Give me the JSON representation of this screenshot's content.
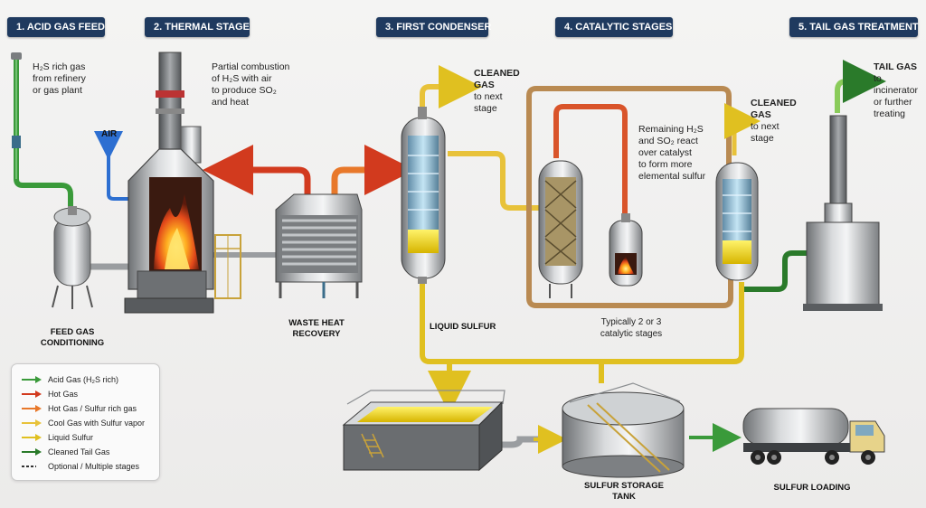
{
  "stages": [
    {
      "title": "1. ACID GAS FEED"
    },
    {
      "title": "2. THERMAL STAGE"
    },
    {
      "title": "3. FIRST CONDENSER"
    },
    {
      "title": "4. CATALYTIC STAGES"
    },
    {
      "title": "5. TAIL GAS TREATMENT"
    }
  ],
  "notes": {
    "feed_l1": "H₂S rich gas",
    "feed_l2": "from refinery",
    "feed_l3": "or gas plant",
    "air": "AIR",
    "thermal_l1": "Partial combustion",
    "thermal_l2": "of H₂S with air",
    "thermal_l3": "to produce SO₂",
    "thermal_l4": "and heat",
    "cleaned1_title": "CLEANED GAS",
    "cleaned1_l1": "to next",
    "cleaned1_l2": "stage",
    "catalytic_l1": "Remaining H₂S",
    "catalytic_l2": "and SO₂ react",
    "catalytic_l3": "over catalyst",
    "catalytic_l4": "to form more",
    "catalytic_l5": "elemental sulfur",
    "cleaned2_title": "CLEANED GAS",
    "cleaned2_l1": "to next",
    "cleaned2_l2": "stage",
    "tail_title": "TAIL GAS",
    "tail_l1": "to incinerator",
    "tail_l2": "or further",
    "tail_l3": "treating",
    "typically_l1": "Typically 2 or 3",
    "typically_l2": "catalytic stages"
  },
  "labels": {
    "feed_conditioning": "FEED GAS CONDITIONING",
    "waste_heat": "WASTE HEAT RECOVERY",
    "liquid_sulfur": "LIQUID SULFUR",
    "sulfur_storage": "SULFUR STORAGE TANK",
    "sulfur_loading": "SULFUR LOADING"
  },
  "legend": [
    {
      "label": "Acid Gas (H₂S rich)",
      "color": "#3a9a3a",
      "style": "solid"
    },
    {
      "label": "Hot Gas",
      "color": "#d23a1e",
      "style": "solid"
    },
    {
      "label": "Hot Gas / Sulfur rich gas",
      "color": "#e8782a",
      "style": "solid"
    },
    {
      "label": "Cool Gas with Sulfur vapor",
      "color": "#e8c23a",
      "style": "solid"
    },
    {
      "label": "Liquid Sulfur",
      "color": "#e0c020",
      "style": "solid"
    },
    {
      "label": "Cleaned Tail Gas",
      "color": "#2a7a2a",
      "style": "solid"
    },
    {
      "label": "Optional / Multiple stages",
      "color": "#333333",
      "style": "dashed"
    }
  ],
  "colors": {
    "acid_gas": "#3a9a3a",
    "hot_gas": "#d23a1e",
    "hot_sulfur_gas": "#e8782a",
    "cool_gas": "#e8c23a",
    "liquid_sulfur": "#e0c020",
    "tail_gas": "#2a7a2a",
    "air": "#2d6fd1",
    "title_bg": "#1f3a5f"
  }
}
